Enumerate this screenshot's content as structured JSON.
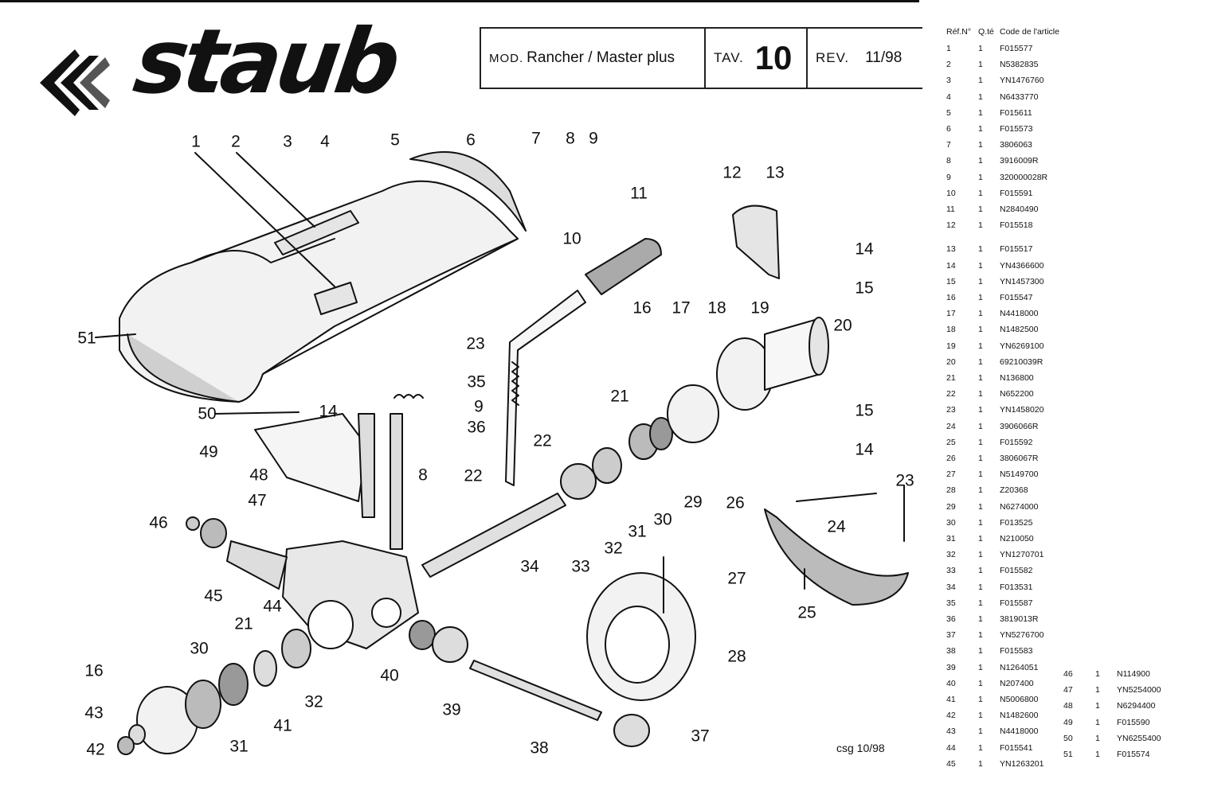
{
  "header": {
    "logo_text": "staub",
    "model_prefix": "MOD.",
    "model": "Rancher / Master plus",
    "tav_prefix": "TAV.",
    "tav": "10",
    "rev_prefix": "REV.",
    "rev": "11/98"
  },
  "footer": {
    "csg": "csg 10/98"
  },
  "callouts": [
    "1",
    "2",
    "3",
    "4",
    "5",
    "6",
    "7",
    "8",
    "9",
    "10",
    "11",
    "12",
    "13",
    "14",
    "15",
    "16",
    "17",
    "18",
    "19",
    "20",
    "21",
    "22",
    "23",
    "24",
    "25",
    "26",
    "27",
    "28",
    "29",
    "30",
    "31",
    "32",
    "33",
    "34",
    "35",
    "36",
    "37",
    "38",
    "39",
    "40",
    "41",
    "42",
    "43",
    "44",
    "45",
    "46",
    "47",
    "48",
    "49",
    "50",
    "51"
  ],
  "parts_table": {
    "headers": {
      "ref": "Réf.N°",
      "qty": "Q.té",
      "code": "Code de l'article"
    },
    "rows": [
      {
        "ref": "1",
        "qty": "1",
        "code": "F015577"
      },
      {
        "ref": "2",
        "qty": "1",
        "code": "N5382835"
      },
      {
        "ref": "3",
        "qty": "1",
        "code": "YN1476760"
      },
      {
        "ref": "4",
        "qty": "1",
        "code": "N6433770"
      },
      {
        "ref": "5",
        "qty": "1",
        "code": "F015611"
      },
      {
        "ref": "6",
        "qty": "1",
        "code": "F015573"
      },
      {
        "ref": "7",
        "qty": "1",
        "code": "3806063"
      },
      {
        "ref": "8",
        "qty": "1",
        "code": "3916009R"
      },
      {
        "ref": "9",
        "qty": "1",
        "code": "320000028R"
      },
      {
        "ref": "10",
        "qty": "1",
        "code": "F015591"
      },
      {
        "ref": "11",
        "qty": "1",
        "code": "N2840490"
      },
      {
        "ref": "12",
        "qty": "1",
        "code": "F015518"
      },
      {
        "ref": "13",
        "qty": "1",
        "code": "F015517"
      },
      {
        "ref": "14",
        "qty": "1",
        "code": "YN4366600"
      },
      {
        "ref": "15",
        "qty": "1",
        "code": "YN1457300"
      },
      {
        "ref": "16",
        "qty": "1",
        "code": "F015547"
      },
      {
        "ref": "17",
        "qty": "1",
        "code": "N4418000"
      },
      {
        "ref": "18",
        "qty": "1",
        "code": "N1482500"
      },
      {
        "ref": "19",
        "qty": "1",
        "code": "YN6269100"
      },
      {
        "ref": "20",
        "qty": "1",
        "code": "69210039R"
      },
      {
        "ref": "21",
        "qty": "1",
        "code": "N136800"
      },
      {
        "ref": "22",
        "qty": "1",
        "code": "N652200"
      },
      {
        "ref": "23",
        "qty": "1",
        "code": "YN1458020"
      },
      {
        "ref": "24",
        "qty": "1",
        "code": "3906066R"
      },
      {
        "ref": "25",
        "qty": "1",
        "code": "F015592"
      },
      {
        "ref": "26",
        "qty": "1",
        "code": "3806067R"
      },
      {
        "ref": "27",
        "qty": "1",
        "code": "N5149700"
      },
      {
        "ref": "28",
        "qty": "1",
        "code": "Z20368"
      },
      {
        "ref": "29",
        "qty": "1",
        "code": "N6274000"
      },
      {
        "ref": "30",
        "qty": "1",
        "code": "F013525"
      },
      {
        "ref": "31",
        "qty": "1",
        "code": "N210050"
      },
      {
        "ref": "32",
        "qty": "1",
        "code": "YN1270701"
      },
      {
        "ref": "33",
        "qty": "1",
        "code": "F015582"
      },
      {
        "ref": "34",
        "qty": "1",
        "code": "F013531"
      },
      {
        "ref": "35",
        "qty": "1",
        "code": "F015587"
      },
      {
        "ref": "36",
        "qty": "1",
        "code": "3819013R"
      },
      {
        "ref": "37",
        "qty": "1",
        "code": "YN5276700"
      },
      {
        "ref": "38",
        "qty": "1",
        "code": "F015583"
      },
      {
        "ref": "39",
        "qty": "1",
        "code": "N1264051"
      },
      {
        "ref": "40",
        "qty": "1",
        "code": "N207400"
      },
      {
        "ref": "41",
        "qty": "1",
        "code": "N5006800"
      },
      {
        "ref": "42",
        "qty": "1",
        "code": "N1482600"
      },
      {
        "ref": "43",
        "qty": "1",
        "code": "N4418000"
      },
      {
        "ref": "44",
        "qty": "1",
        "code": "F015541"
      },
      {
        "ref": "45",
        "qty": "1",
        "code": "YN1263201"
      }
    ],
    "rows_extra": [
      {
        "ref": "46",
        "qty": "1",
        "code": "N114900"
      },
      {
        "ref": "47",
        "qty": "1",
        "code": "YN5254000"
      },
      {
        "ref": "48",
        "qty": "1",
        "code": "N6294400"
      },
      {
        "ref": "49",
        "qty": "1",
        "code": "F015590"
      },
      {
        "ref": "50",
        "qty": "1",
        "code": "YN6255400"
      },
      {
        "ref": "51",
        "qty": "1",
        "code": "F015574"
      }
    ]
  }
}
